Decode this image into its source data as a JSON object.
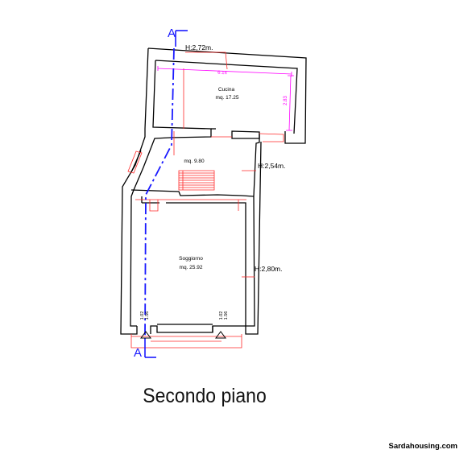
{
  "plan": {
    "title": "Secondo piano",
    "credit": "Sardahousing.com",
    "section_marker": "A",
    "rooms": [
      {
        "name": "Cucina",
        "area": "mq. 17.25"
      },
      {
        "name": "",
        "area": "mq. 9.80"
      },
      {
        "name": "Soggiorno",
        "area": "mq. 25.92"
      }
    ],
    "heights": [
      "H:2,72m.",
      "H:2,54m.",
      "H:2,80m."
    ],
    "dimensions": {
      "kitchen_width": "6.14",
      "kitchen_depth": "2.83",
      "window_left": [
        "1.02",
        "1.56"
      ],
      "window_right": [
        "1.02",
        "1.56"
      ]
    },
    "colors": {
      "wall": "#000000",
      "section_line": "#1a1aff",
      "dimension": "#ff00ff",
      "detail": "#ff2a2a"
    }
  }
}
